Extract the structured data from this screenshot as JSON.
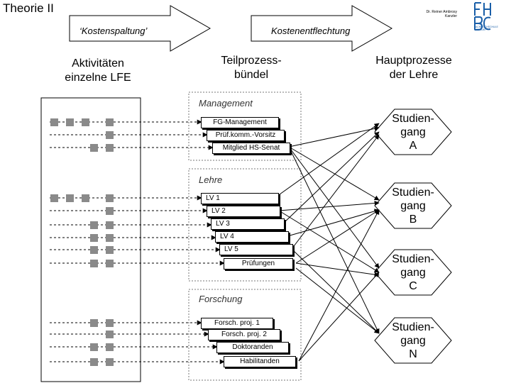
{
  "header": {
    "title": "Theorie II",
    "author": "Dr. Reiner Ambrosy\nKanzler",
    "logo_text": "FACHHOCHSCHULE BOCHUM"
  },
  "arrows": {
    "left_label": "‘Kostenspaltung’",
    "right_label": "Kostenentflechtung"
  },
  "columns": {
    "activities": [
      "Aktivitäten",
      "einzelne LFE"
    ],
    "partial": [
      "Teilprozess-",
      "bündel"
    ],
    "main": [
      "Hauptprozesse",
      "der Lehre"
    ]
  },
  "groups": [
    {
      "label": "Management",
      "items": [
        "FG-Management",
        "Prüf.komm.-Vorsitz",
        "Mitglied HS-Senat"
      ]
    },
    {
      "label": "Lehre",
      "items": [
        "LV 1",
        "LV 2",
        "LV 3",
        "LV 4",
        "LV 5",
        "Prüfungen"
      ]
    },
    {
      "label": "Forschung",
      "items": [
        "Forsch. proj. 1",
        "Forsch. proj. 2",
        "Doktoranden",
        "Habilitanden"
      ]
    }
  ],
  "programs": [
    [
      "Studien-",
      "gang",
      "A"
    ],
    [
      "Studien-",
      "gang",
      "B"
    ],
    [
      "Studien-",
      "gang",
      "C"
    ],
    [
      "Studien-",
      "gang",
      "N"
    ]
  ]
}
